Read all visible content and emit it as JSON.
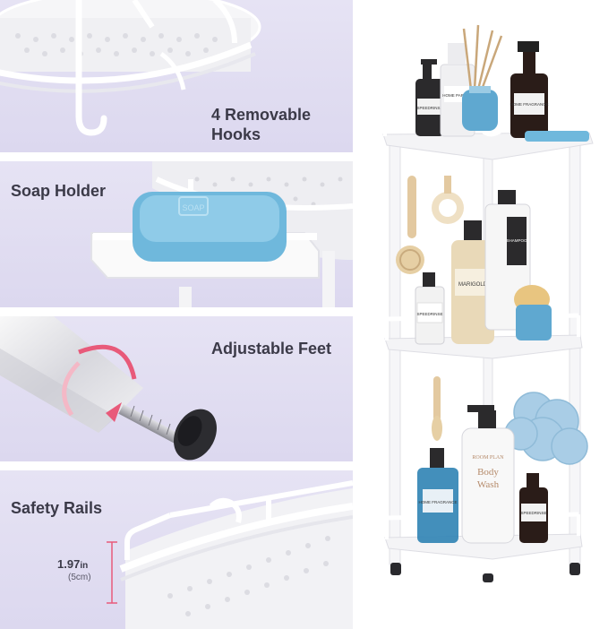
{
  "features": [
    {
      "id": "hooks",
      "line1": "4 Removable",
      "line2": "Hooks"
    },
    {
      "id": "soap",
      "label": "Soap Holder",
      "soap_print": "SOAP"
    },
    {
      "id": "feet",
      "label": "Adjustable Feet"
    },
    {
      "id": "rails",
      "label": "Safety Rails",
      "height_value": "1.97",
      "height_unit": "in",
      "height_metric": "(5cm)"
    }
  ],
  "bottle_labels": {
    "top_left": "SPEEDRINSE",
    "top_right": "HOME FRAGRANCE",
    "top_middle": "HOME PARFUM",
    "middle_tall": "MARIGOLD",
    "middle_right": "SHAMPOO",
    "middle_small": "SPEEDRINSE",
    "bottom_main_1": "Body",
    "bottom_main_2": "Wash",
    "bottom_main_brand": "ROOM PLAN",
    "bottom_left": "HOME FRAGRANCE",
    "bottom_right": "SPEEDRINSE"
  },
  "colors": {
    "panel_bg": "#dcd8ef",
    "text": "#3b3a48",
    "accent_arrow": "#e85a7a",
    "shelf_white": "#f4f4f4",
    "soap_blue": "#6fb8dc",
    "loofah": "#a9cde6"
  }
}
